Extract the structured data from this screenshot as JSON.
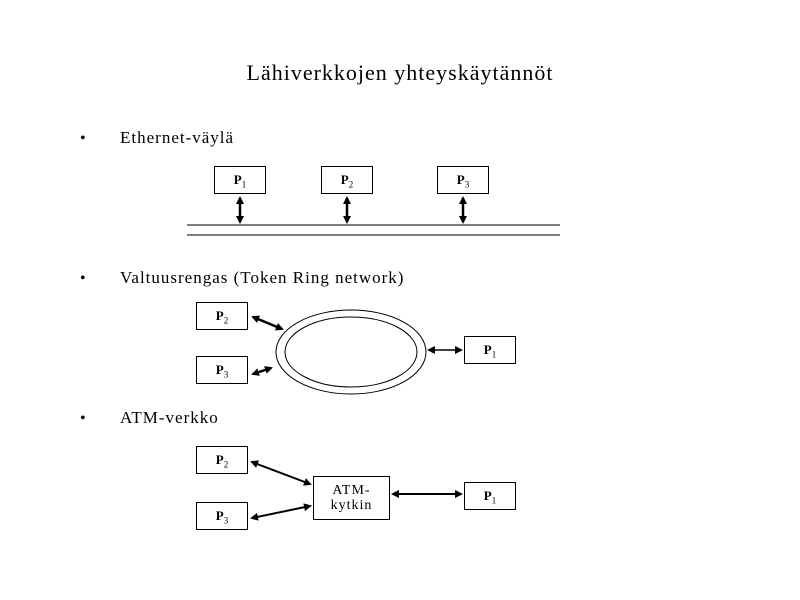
{
  "title": "Lähiverkkojen yhteyskäytännöt",
  "sections": [
    {
      "label": "Ethernet-väylä",
      "nodes": [
        {
          "name": "P",
          "sub": "1"
        },
        {
          "name": "P",
          "sub": "2"
        },
        {
          "name": "P",
          "sub": "3"
        }
      ]
    },
    {
      "label": "Valtuusrengas (Token Ring network)",
      "nodes": [
        {
          "name": "P",
          "sub": "2"
        },
        {
          "name": "P",
          "sub": "3"
        },
        {
          "name": "P",
          "sub": "1"
        }
      ]
    },
    {
      "label": "ATM-verkko",
      "switch_label_line1": "ATM-",
      "switch_label_line2": "kytkin",
      "nodes": [
        {
          "name": "P",
          "sub": "2"
        },
        {
          "name": "P",
          "sub": "3"
        },
        {
          "name": "P",
          "sub": "1"
        }
      ]
    }
  ],
  "bullet": "•"
}
